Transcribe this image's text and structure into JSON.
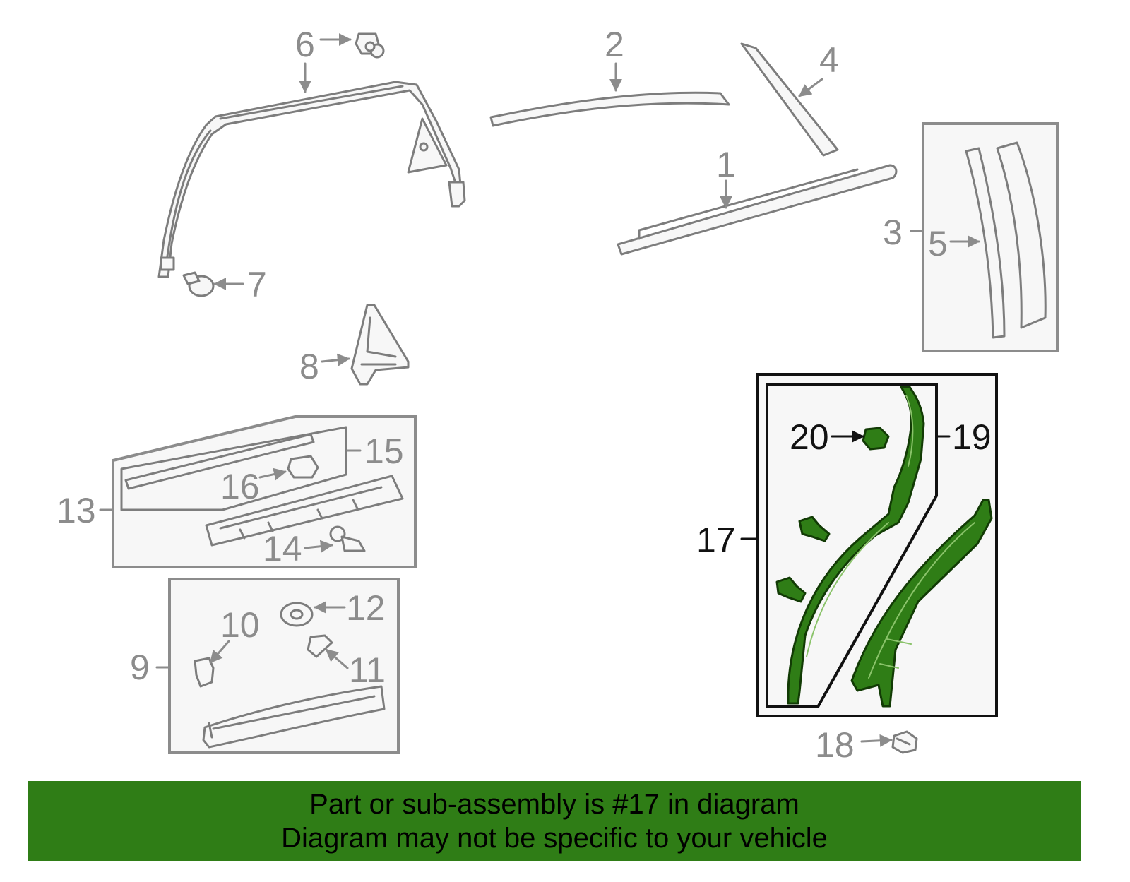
{
  "callouts": {
    "c1": "1",
    "c2": "2",
    "c3": "3",
    "c4": "4",
    "c5": "5",
    "c6": "6",
    "c7": "7",
    "c8": "8",
    "c9": "9",
    "c10": "10",
    "c11": "11",
    "c12": "12",
    "c13": "13",
    "c14": "14",
    "c15": "15",
    "c16": "16",
    "c17": "17",
    "c18": "18",
    "c19": "19",
    "c20": "20"
  },
  "banner": {
    "line1": "Part or sub-assembly is #17 in diagram",
    "line2": "Diagram may not be specific to your vehicle"
  },
  "colors": {
    "highlight_green": "#2f7d16",
    "line_gray": "#7d7d7d",
    "label_gray": "#8c8c8c"
  },
  "highlighted_part": "17"
}
